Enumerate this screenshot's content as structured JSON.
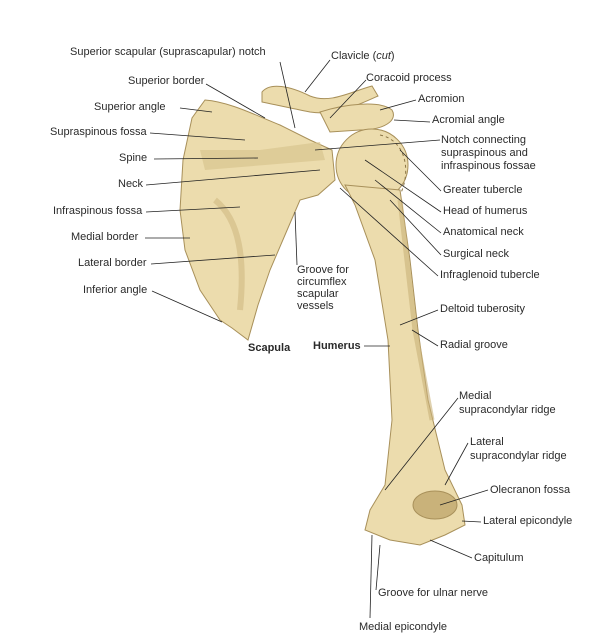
{
  "colors": {
    "bone": "#ecdcad",
    "bone_shadow": "#c9b27a",
    "bone_dark": "#a8905a",
    "line": "#222222"
  },
  "labels": {
    "suprascapular_notch": "Superior scapular (suprascapular) notch",
    "clavicle": "Clavicle (",
    "clavicle_cut": "cut",
    "clavicle_close": ")",
    "coracoid": "Coracoid process",
    "superior_border": "Superior border",
    "acromion": "Acromion",
    "superior_angle": "Superior angle",
    "acromial_angle": "Acromial angle",
    "supraspinous_fossa": "Supraspinous fossa",
    "notch_connecting_1": "Notch connecting",
    "notch_connecting_2": "supraspinous and",
    "notch_connecting_3": "infraspinous fossae",
    "spine": "Spine",
    "neck": "Neck",
    "greater_tubercle": "Greater tubercle",
    "infraspinous_fossa": "Infraspinous fossa",
    "head_of_humerus": "Head of humerus",
    "medial_border": "Medial border",
    "anatomical_neck": "Anatomical neck",
    "lateral_border": "Lateral border",
    "surgical_neck": "Surgical neck",
    "groove_circumflex_1": "Groove for",
    "groove_circumflex_2": "circumflex",
    "groove_circumflex_3": "scapular",
    "groove_circumflex_4": "vessels",
    "infraglenoid": "Infraglenoid tubercle",
    "inferior_angle": "Inferior angle",
    "deltoid_tuberosity": "Deltoid tuberosity",
    "scapula": "Scapula",
    "humerus": "Humerus",
    "radial_groove": "Radial groove",
    "medial_supracondylar_1": "Medial",
    "medial_supracondylar_2": "supracondylar ridge",
    "lateral_supracondylar_1": "Lateral",
    "lateral_supracondylar_2": "supracondylar ridge",
    "olecranon_fossa": "Olecranon fossa",
    "lateral_epicondyle": "Lateral epicondyle",
    "capitulum": "Capitulum",
    "groove_ulnar": "Groove for ulnar nerve",
    "medial_epicondyle": "Medial epicondyle"
  }
}
